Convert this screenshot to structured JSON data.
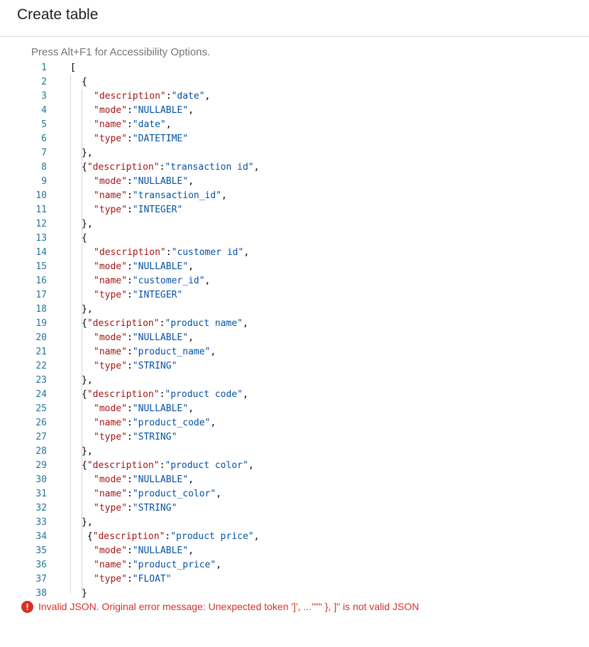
{
  "header": {
    "title": "Create table"
  },
  "editor": {
    "accessibility_hint": "Press Alt+F1 for Accessibility Options.",
    "lines": [
      {
        "n": "1",
        "indent": 0,
        "tokens": [
          {
            "t": "[",
            "c": "p"
          }
        ]
      },
      {
        "n": "2",
        "indent": 1,
        "tokens": [
          {
            "t": "{",
            "c": "p"
          }
        ]
      },
      {
        "n": "3",
        "indent": 2,
        "tokens": [
          {
            "t": "\"description\"",
            "c": "k"
          },
          {
            "t": ":",
            "c": "p"
          },
          {
            "t": "\"date\"",
            "c": "v"
          },
          {
            "t": ",",
            "c": "p"
          }
        ]
      },
      {
        "n": "4",
        "indent": 2,
        "tokens": [
          {
            "t": "\"mode\"",
            "c": "k"
          },
          {
            "t": ":",
            "c": "p"
          },
          {
            "t": "\"NULLABLE\"",
            "c": "v"
          },
          {
            "t": ",",
            "c": "p"
          }
        ]
      },
      {
        "n": "5",
        "indent": 2,
        "tokens": [
          {
            "t": "\"name\"",
            "c": "k"
          },
          {
            "t": ":",
            "c": "p"
          },
          {
            "t": "\"date\"",
            "c": "v"
          },
          {
            "t": ",",
            "c": "p"
          }
        ]
      },
      {
        "n": "6",
        "indent": 2,
        "tokens": [
          {
            "t": "\"type\"",
            "c": "k"
          },
          {
            "t": ":",
            "c": "p"
          },
          {
            "t": "\"DATETIME\"",
            "c": "v"
          }
        ]
      },
      {
        "n": "7",
        "indent": 1,
        "tokens": [
          {
            "t": "},",
            "c": "p"
          }
        ]
      },
      {
        "n": "8",
        "indent": 1,
        "tokens": [
          {
            "t": "{",
            "c": "p"
          },
          {
            "t": "\"description\"",
            "c": "k"
          },
          {
            "t": ":",
            "c": "p"
          },
          {
            "t": "\"transaction id\"",
            "c": "v"
          },
          {
            "t": ",",
            "c": "p"
          }
        ]
      },
      {
        "n": "9",
        "indent": 2,
        "tokens": [
          {
            "t": "\"mode\"",
            "c": "k"
          },
          {
            "t": ":",
            "c": "p"
          },
          {
            "t": "\"NULLABLE\"",
            "c": "v"
          },
          {
            "t": ",",
            "c": "p"
          }
        ]
      },
      {
        "n": "10",
        "indent": 2,
        "tokens": [
          {
            "t": "\"name\"",
            "c": "k"
          },
          {
            "t": ":",
            "c": "p"
          },
          {
            "t": "\"transaction_id\"",
            "c": "v"
          },
          {
            "t": ",",
            "c": "p"
          }
        ]
      },
      {
        "n": "11",
        "indent": 2,
        "tokens": [
          {
            "t": "\"type\"",
            "c": "k"
          },
          {
            "t": ":",
            "c": "p"
          },
          {
            "t": "\"INTEGER\"",
            "c": "v"
          }
        ]
      },
      {
        "n": "12",
        "indent": 1,
        "tokens": [
          {
            "t": "},",
            "c": "p"
          }
        ]
      },
      {
        "n": "13",
        "indent": 1,
        "tokens": [
          {
            "t": "{",
            "c": "p"
          }
        ]
      },
      {
        "n": "14",
        "indent": 2,
        "tokens": [
          {
            "t": "\"description\"",
            "c": "k"
          },
          {
            "t": ":",
            "c": "p"
          },
          {
            "t": "\"customer id\"",
            "c": "v"
          },
          {
            "t": ",",
            "c": "p"
          }
        ]
      },
      {
        "n": "15",
        "indent": 2,
        "tokens": [
          {
            "t": "\"mode\"",
            "c": "k"
          },
          {
            "t": ":",
            "c": "p"
          },
          {
            "t": "\"NULLABLE\"",
            "c": "v"
          },
          {
            "t": ",",
            "c": "p"
          }
        ]
      },
      {
        "n": "16",
        "indent": 2,
        "tokens": [
          {
            "t": "\"name\"",
            "c": "k"
          },
          {
            "t": ":",
            "c": "p"
          },
          {
            "t": "\"customer_id\"",
            "c": "v"
          },
          {
            "t": ",",
            "c": "p"
          }
        ]
      },
      {
        "n": "17",
        "indent": 2,
        "tokens": [
          {
            "t": "\"type\"",
            "c": "k"
          },
          {
            "t": ":",
            "c": "p"
          },
          {
            "t": "\"INTEGER\"",
            "c": "v"
          }
        ]
      },
      {
        "n": "18",
        "indent": 1,
        "tokens": [
          {
            "t": "},",
            "c": "p"
          }
        ]
      },
      {
        "n": "19",
        "indent": 1,
        "tokens": [
          {
            "t": "{",
            "c": "p"
          },
          {
            "t": "\"description\"",
            "c": "k"
          },
          {
            "t": ":",
            "c": "p"
          },
          {
            "t": "\"product name\"",
            "c": "v"
          },
          {
            "t": ",",
            "c": "p"
          }
        ]
      },
      {
        "n": "20",
        "indent": 2,
        "tokens": [
          {
            "t": "\"mode\"",
            "c": "k"
          },
          {
            "t": ":",
            "c": "p"
          },
          {
            "t": "\"NULLABLE\"",
            "c": "v"
          },
          {
            "t": ",",
            "c": "p"
          }
        ]
      },
      {
        "n": "21",
        "indent": 2,
        "tokens": [
          {
            "t": "\"name\"",
            "c": "k"
          },
          {
            "t": ":",
            "c": "p"
          },
          {
            "t": "\"product_name\"",
            "c": "v"
          },
          {
            "t": ",",
            "c": "p"
          }
        ]
      },
      {
        "n": "22",
        "indent": 2,
        "tokens": [
          {
            "t": "\"type\"",
            "c": "k"
          },
          {
            "t": ":",
            "c": "p"
          },
          {
            "t": "\"STRING\"",
            "c": "v"
          }
        ]
      },
      {
        "n": "23",
        "indent": 1,
        "tokens": [
          {
            "t": "},",
            "c": "p"
          }
        ]
      },
      {
        "n": "24",
        "indent": 1,
        "tokens": [
          {
            "t": "{",
            "c": "p"
          },
          {
            "t": "\"description\"",
            "c": "k"
          },
          {
            "t": ":",
            "c": "p"
          },
          {
            "t": "\"product code\"",
            "c": "v"
          },
          {
            "t": ",",
            "c": "p"
          }
        ]
      },
      {
        "n": "25",
        "indent": 2,
        "tokens": [
          {
            "t": "\"mode\"",
            "c": "k"
          },
          {
            "t": ":",
            "c": "p"
          },
          {
            "t": "\"NULLABLE\"",
            "c": "v"
          },
          {
            "t": ",",
            "c": "p"
          }
        ]
      },
      {
        "n": "26",
        "indent": 2,
        "tokens": [
          {
            "t": "\"name\"",
            "c": "k"
          },
          {
            "t": ":",
            "c": "p"
          },
          {
            "t": "\"product_code\"",
            "c": "v"
          },
          {
            "t": ",",
            "c": "p"
          }
        ]
      },
      {
        "n": "27",
        "indent": 2,
        "tokens": [
          {
            "t": "\"type\"",
            "c": "k"
          },
          {
            "t": ":",
            "c": "p"
          },
          {
            "t": "\"STRING\"",
            "c": "v"
          }
        ]
      },
      {
        "n": "28",
        "indent": 1,
        "tokens": [
          {
            "t": "},",
            "c": "p"
          }
        ]
      },
      {
        "n": "29",
        "indent": 1,
        "tokens": [
          {
            "t": "{",
            "c": "p"
          },
          {
            "t": "\"description\"",
            "c": "k"
          },
          {
            "t": ":",
            "c": "p"
          },
          {
            "t": "\"product color\"",
            "c": "v"
          },
          {
            "t": ",",
            "c": "p"
          }
        ]
      },
      {
        "n": "30",
        "indent": 2,
        "tokens": [
          {
            "t": "\"mode\"",
            "c": "k"
          },
          {
            "t": ":",
            "c": "p"
          },
          {
            "t": "\"NULLABLE\"",
            "c": "v"
          },
          {
            "t": ",",
            "c": "p"
          }
        ]
      },
      {
        "n": "31",
        "indent": 2,
        "tokens": [
          {
            "t": "\"name\"",
            "c": "k"
          },
          {
            "t": ":",
            "c": "p"
          },
          {
            "t": "\"product_color\"",
            "c": "v"
          },
          {
            "t": ",",
            "c": "p"
          }
        ]
      },
      {
        "n": "32",
        "indent": 2,
        "tokens": [
          {
            "t": "\"type\"",
            "c": "k"
          },
          {
            "t": ":",
            "c": "p"
          },
          {
            "t": "\"STRING\"",
            "c": "v"
          }
        ]
      },
      {
        "n": "33",
        "indent": 1,
        "tokens": [
          {
            "t": "},",
            "c": "p"
          }
        ]
      },
      {
        "n": "34",
        "indent": 1,
        "tokens": [
          {
            "t": " {",
            "c": "p"
          },
          {
            "t": "\"description\"",
            "c": "k"
          },
          {
            "t": ":",
            "c": "p"
          },
          {
            "t": "\"product price\"",
            "c": "v"
          },
          {
            "t": ",",
            "c": "p"
          }
        ]
      },
      {
        "n": "35",
        "indent": 2,
        "tokens": [
          {
            "t": "\"mode\"",
            "c": "k"
          },
          {
            "t": ":",
            "c": "p"
          },
          {
            "t": "\"NULLABLE\"",
            "c": "v"
          },
          {
            "t": ",",
            "c": "p"
          }
        ]
      },
      {
        "n": "36",
        "indent": 2,
        "tokens": [
          {
            "t": "\"name\"",
            "c": "k"
          },
          {
            "t": ":",
            "c": "p"
          },
          {
            "t": "\"product_price\"",
            "c": "v"
          },
          {
            "t": ",",
            "c": "p"
          }
        ]
      },
      {
        "n": "37",
        "indent": 2,
        "tokens": [
          {
            "t": "\"type\"",
            "c": "k"
          },
          {
            "t": ":",
            "c": "p"
          },
          {
            "t": "\"FLOAT\"",
            "c": "v"
          }
        ]
      },
      {
        "n": "38",
        "indent": 1,
        "tokens": [
          {
            "t": "}",
            "c": "p"
          }
        ]
      }
    ]
  },
  "error": {
    "icon": "error-icon",
    "icon_glyph": "!",
    "message": "Invalid JSON. Original error message: Unexpected token ']', ...\"\"\" }, ]\" is not valid JSON",
    "color": "#d93025"
  },
  "colors": {
    "key": "#a31515",
    "value": "#0451a5",
    "line_number": "#237893"
  }
}
